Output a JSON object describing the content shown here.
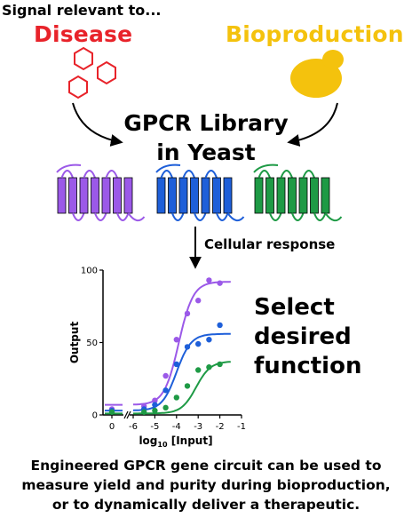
{
  "heading": "Signal relevant to...",
  "disease": {
    "label": "Disease",
    "color": "#e8232a"
  },
  "bioproduction": {
    "label": "Bioproduction",
    "color": "#f4c20d"
  },
  "library": {
    "line1": "GPCR Library",
    "line2": "in Yeast"
  },
  "receptor_colors": [
    "#9b59e8",
    "#1e5fd9",
    "#1e9a45"
  ],
  "cellular_response": "Cellular response",
  "select": {
    "line1": "Select",
    "line2": "desired",
    "line3": "function"
  },
  "caption": {
    "line1": "Engineered GPCR gene circuit can be used to",
    "line2": "measure yield and purity during bioproduction,",
    "line3": "or to dynamically deliver a therapeutic."
  },
  "chart_data": {
    "type": "scatter",
    "xlabel": "log10 [Input]",
    "xlabel_main": "log",
    "xlabel_sub": "10",
    "xlabel_rest": " [Input]",
    "ylabel": "Output",
    "x_break_label": "0",
    "x_ticks": [
      "-6",
      "-5",
      "-4",
      "-3",
      "-2",
      "-1"
    ],
    "y_ticks": [
      "0",
      "50",
      "100"
    ],
    "xlim": [
      -6,
      -1
    ],
    "ylim": [
      0,
      100
    ],
    "series": [
      {
        "color": "#9b59e8",
        "bottom": 7,
        "top": 92,
        "ec50": -3.9,
        "hill": 1.3,
        "points": [
          [
            -6.6,
            4
          ],
          [
            -5.5,
            6
          ],
          [
            -5,
            10
          ],
          [
            -4.5,
            27
          ],
          [
            -4,
            52
          ],
          [
            -3.5,
            70
          ],
          [
            -3,
            79
          ],
          [
            -2.5,
            93
          ],
          [
            -2,
            91
          ]
        ]
      },
      {
        "color": "#1e5fd9",
        "bottom": 3,
        "top": 56,
        "ec50": -4.0,
        "hill": 1.3,
        "points": [
          [
            -6.6,
            3
          ],
          [
            -5.5,
            4
          ],
          [
            -5,
            7
          ],
          [
            -4.5,
            17
          ],
          [
            -4,
            35
          ],
          [
            -3.5,
            47
          ],
          [
            -3,
            49
          ],
          [
            -2.5,
            52
          ],
          [
            -2,
            62
          ]
        ]
      },
      {
        "color": "#1e9a45",
        "bottom": 1,
        "top": 37,
        "ec50": -3.1,
        "hill": 1.3,
        "points": [
          [
            -6.6,
            2
          ],
          [
            -5.5,
            2
          ],
          [
            -5,
            3
          ],
          [
            -4.5,
            5
          ],
          [
            -4,
            12
          ],
          [
            -3.5,
            20
          ],
          [
            -3,
            31
          ],
          [
            -2.5,
            33
          ],
          [
            -2,
            35
          ]
        ]
      }
    ]
  }
}
